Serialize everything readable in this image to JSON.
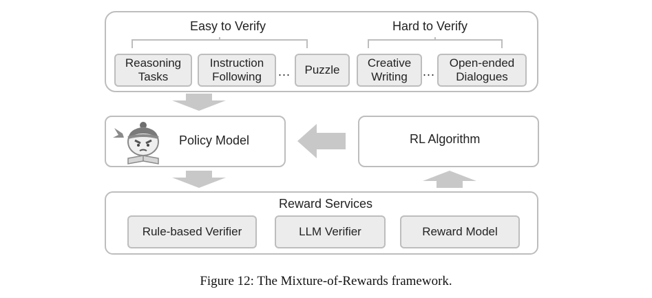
{
  "tasks": {
    "easy": {
      "title": "Easy to Verify",
      "items": [
        "Reasoning\nTasks",
        "Instruction\nFollowing",
        "Puzzle"
      ]
    },
    "hard": {
      "title": "Hard to Verify",
      "items": [
        "Creative\nWriting",
        "Open-ended\nDialogues"
      ]
    },
    "ellipsis": "..."
  },
  "policy_model": {
    "label": "Policy Model",
    "icon": "character-mascot-icon"
  },
  "rl_algorithm": {
    "label": "RL Algorithm"
  },
  "reward_services": {
    "title": "Reward Services",
    "items": [
      "Rule-based Verifier",
      "LLM Verifier",
      "Reward Model"
    ]
  },
  "caption": "Figure 12: The Mixture-of-Rewards framework.",
  "colors": {
    "border": "#bdbdbd",
    "chip_fill": "#ececec",
    "arrow": "#c8c8c8"
  }
}
